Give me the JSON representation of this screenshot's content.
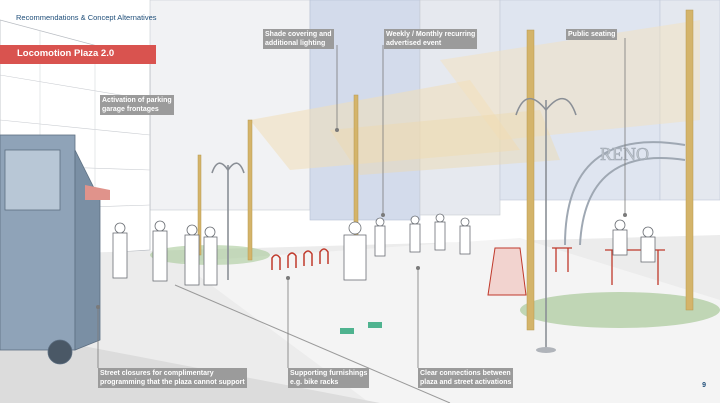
{
  "header": {
    "title": "Recommendations & Concept Alternatives"
  },
  "plaza_title": "Locomotion Plaza 2.0",
  "callouts": {
    "parking": [
      "Activation of parking",
      "garage frontages"
    ],
    "shade": [
      "Shade covering and",
      "additional lighting"
    ],
    "weekly": [
      "Weekly / Monthly recurring",
      "advertised event"
    ],
    "seating": [
      "Public seating"
    ],
    "street_closures": [
      "Street closures for complimentary",
      "programming that the plaza cannot support"
    ],
    "furnishings": [
      "Supporting furnishings",
      "e.g. bike racks"
    ],
    "connections": [
      "Clear connections between",
      "plaza and street activations"
    ]
  },
  "signage": {
    "arch_text": "RENO"
  },
  "page_number": "9",
  "colors": {
    "accent_red": "#d9534f",
    "callout_gray": "#9b9b9b",
    "header_blue": "#1f4e79",
    "pole_tan": "#d4b46a"
  }
}
